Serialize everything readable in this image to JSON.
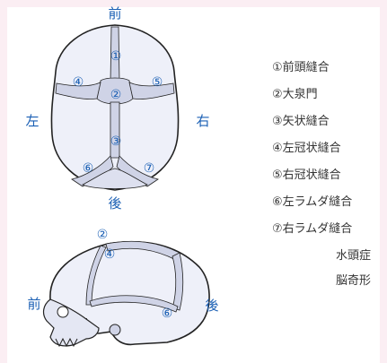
{
  "top_view": {
    "front": "前",
    "back": "後",
    "left": "左",
    "right": "右",
    "markers": [
      "①",
      "②",
      "③",
      "④",
      "⑤",
      "⑥",
      "⑦"
    ]
  },
  "side_view": {
    "front": "前",
    "back": "後",
    "markers": [
      "②",
      "④",
      "⑥"
    ]
  },
  "legend": {
    "items": [
      {
        "num": "①",
        "text": "前頭縫合"
      },
      {
        "num": "②",
        "text": "大泉門"
      },
      {
        "num": "③",
        "text": "矢状縫合"
      },
      {
        "num": "④",
        "text": "左冠状縫合"
      },
      {
        "num": "⑤",
        "text": "右冠状縫合"
      },
      {
        "num": "⑥",
        "text": "左ラムダ縫合"
      },
      {
        "num": "⑦",
        "text": "右ラムダ縫合"
      }
    ],
    "extra": [
      "水頭症",
      "脳奇形"
    ]
  },
  "colors": {
    "label": "#1a5fb4",
    "bone": "#eef0f9",
    "suture": "#cfd3e6",
    "outline": "#222222",
    "background": "#fbeef3"
  }
}
